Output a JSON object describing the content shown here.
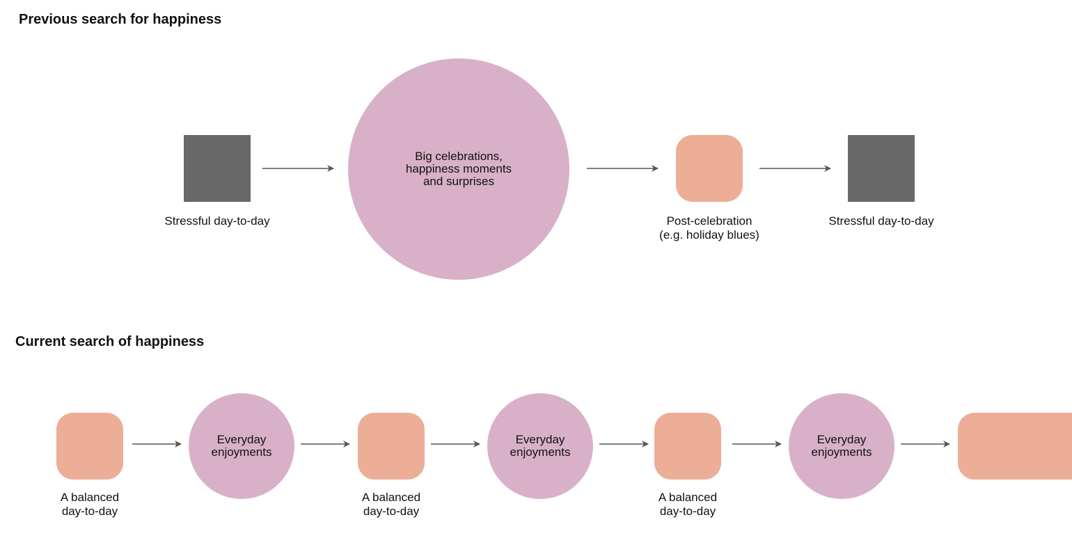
{
  "sections": {
    "previous": {
      "title": "Previous search for happiness",
      "nodes": [
        {
          "kind": "square",
          "label": "Stressful day-to-day"
        },
        {
          "kind": "circle",
          "text": "Big celebrations,\nhappiness moments\nand surprises"
        },
        {
          "kind": "rounded",
          "label": "Post-celebration\n(e.g. holiday blues)"
        },
        {
          "kind": "square",
          "label": "Stressful day-to-day"
        }
      ]
    },
    "current": {
      "title": "Current search of happiness",
      "nodes": [
        {
          "kind": "rounded",
          "label": "A balanced\nday-to-day"
        },
        {
          "kind": "circle",
          "text": "Everyday\nenjoyments"
        },
        {
          "kind": "rounded",
          "label": "A balanced\nday-to-day"
        },
        {
          "kind": "circle",
          "text": "Everyday\nenjoyments"
        },
        {
          "kind": "rounded",
          "label": "A balanced\nday-to-day"
        },
        {
          "kind": "circle",
          "text": "Everyday\nenjoyments"
        },
        {
          "kind": "rounded",
          "label": ""
        }
      ]
    }
  },
  "colors": {
    "square": "#686868",
    "rounded": "#ecae96",
    "circle": "#d8b1c8",
    "arrow": "#555555"
  }
}
